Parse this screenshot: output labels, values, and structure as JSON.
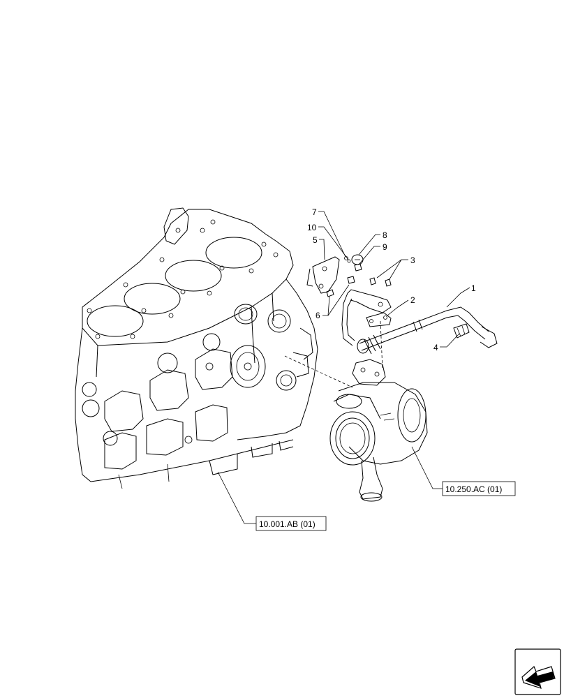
{
  "callouts": [
    "1",
    "2",
    "3",
    "4",
    "5",
    "6",
    "7",
    "8",
    "9",
    "10"
  ],
  "references": {
    "engine_block": "10.001.AB (01)",
    "turbocharger": "10.250.AC (01)"
  },
  "nav_icon": "next-page-arrow-icon"
}
